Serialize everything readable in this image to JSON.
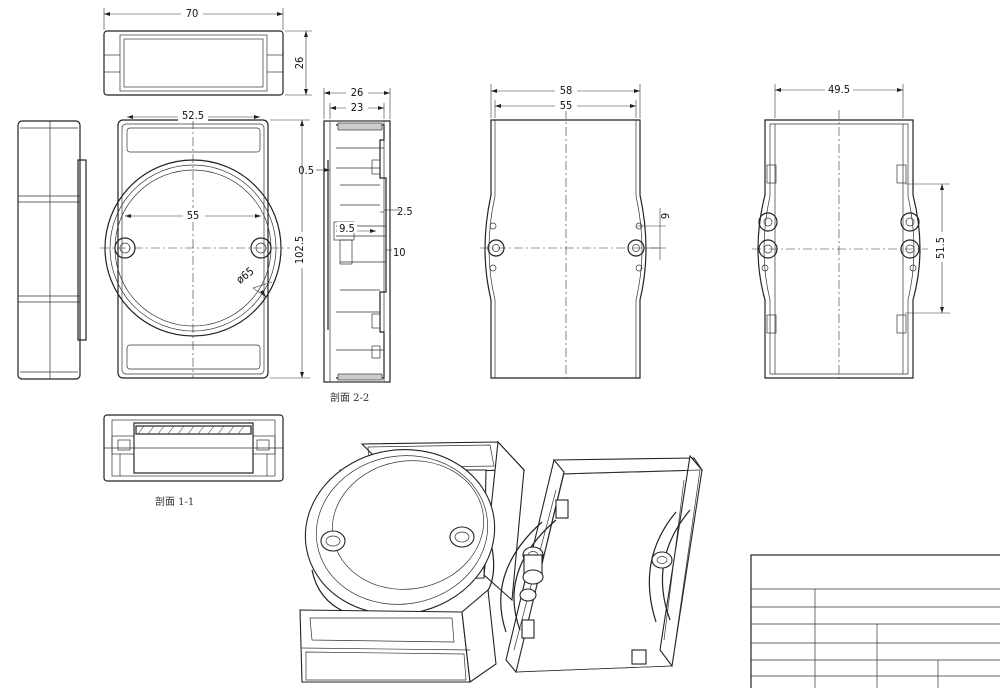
{
  "dimensions": {
    "top_width": "70",
    "top_height": "26",
    "front_inner_width": "52.5",
    "front_hole_spacing": "55",
    "front_height": "102.5",
    "circle_diameter": "ø65",
    "section_outer_width": "26",
    "section_inner_width": "23",
    "section_rail": "0.5",
    "section_step": "2.5",
    "section_pocket": "9.5",
    "section_offset": "10",
    "bottom_outer_width": "58",
    "bottom_inner_width": "55",
    "bottom_hole_offset": "9",
    "back_width": "49.5",
    "back_hole_spacing": "51.5"
  },
  "captions": {
    "section_2": "剖面 2-2",
    "section_1": "剖面 1-1"
  }
}
